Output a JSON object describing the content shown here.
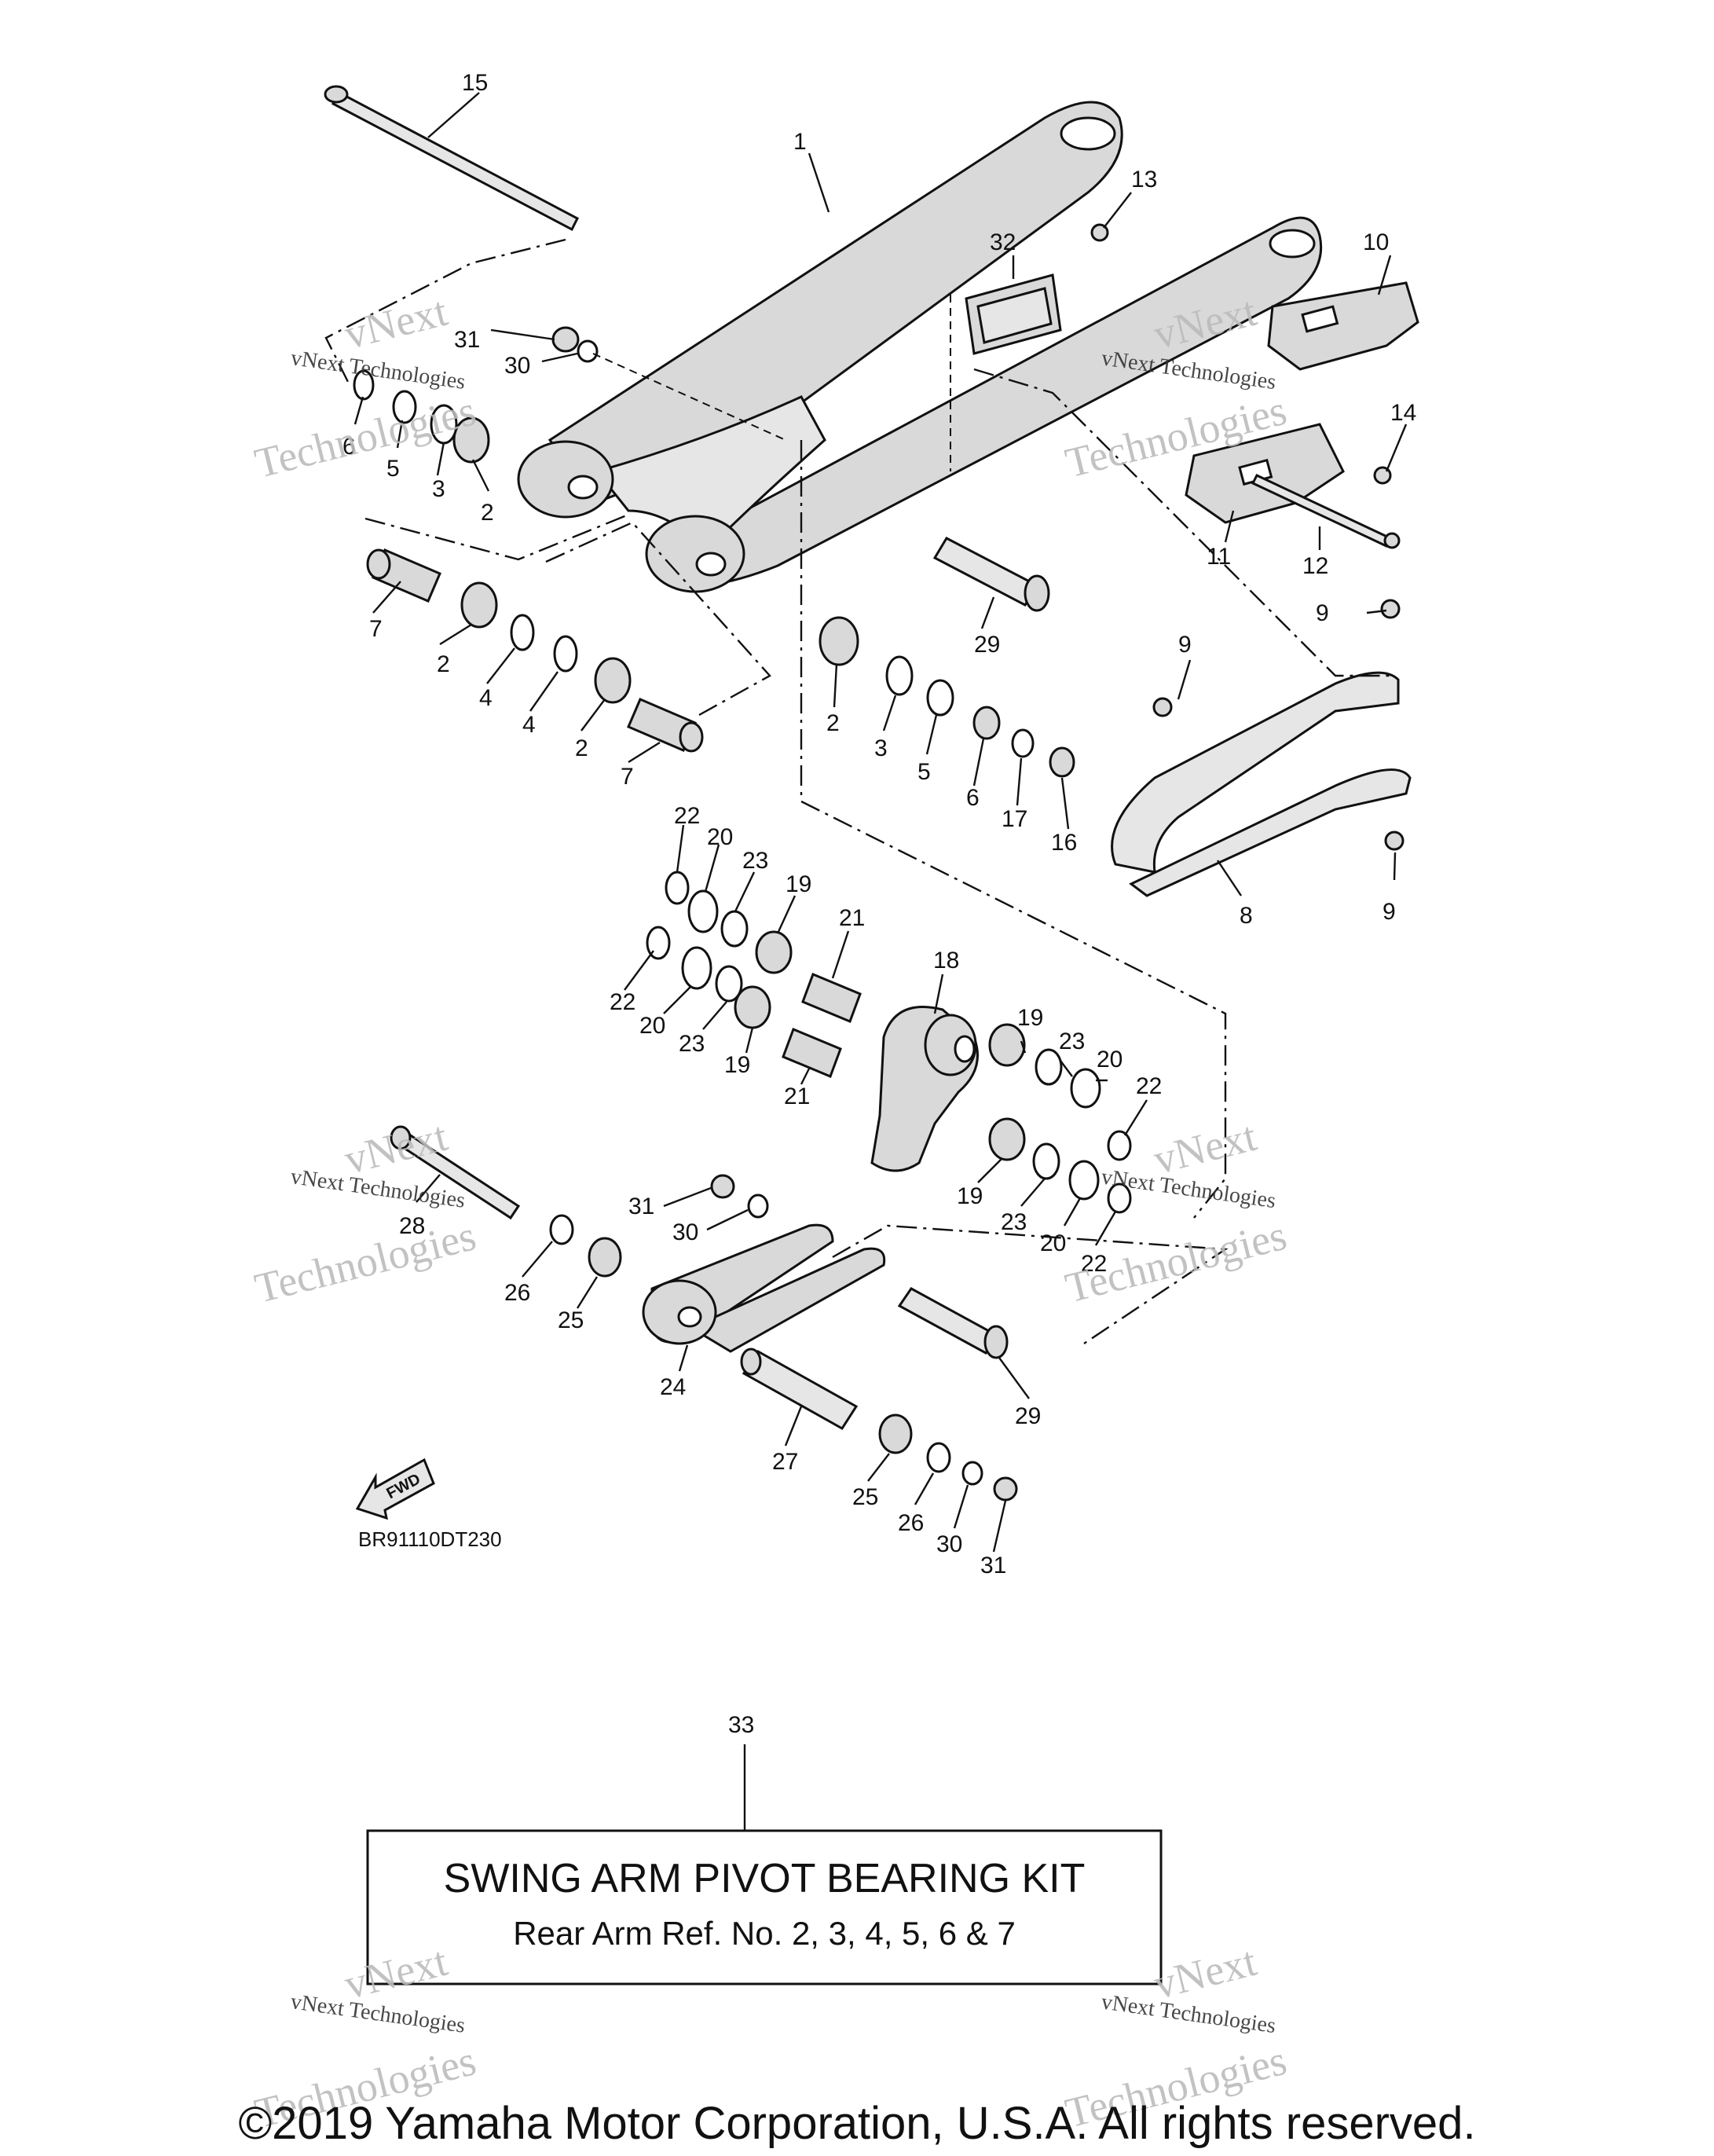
{
  "callouts": {
    "c1": "1",
    "c2a": "2",
    "c2b": "2",
    "c2c": "2",
    "c2d": "2",
    "c3a": "3",
    "c3b": "3",
    "c4a": "4",
    "c4b": "4",
    "c5a": "5",
    "c5b": "5",
    "c6a": "6",
    "c6b": "6",
    "c7a": "7",
    "c7b": "7",
    "c8": "8",
    "c9a": "9",
    "c9b": "9",
    "c9c": "9",
    "c10": "10",
    "c11": "11",
    "c12": "12",
    "c13": "13",
    "c14": "14",
    "c15": "15",
    "c16": "16",
    "c17": "17",
    "c18": "18",
    "c19a": "19",
    "c19b": "19",
    "c19c": "19",
    "c19d": "19",
    "c20a": "20",
    "c20b": "20",
    "c20c": "20",
    "c20d": "20",
    "c21a": "21",
    "c21b": "21",
    "c22a": "22",
    "c22b": "22",
    "c22c": "22",
    "c22d": "22",
    "c23a": "23",
    "c23b": "23",
    "c23c": "23",
    "c23d": "23",
    "c24": "24",
    "c25a": "25",
    "c25b": "25",
    "c26a": "26",
    "c26b": "26",
    "c27": "27",
    "c28": "28",
    "c29a": "29",
    "c29b": "29",
    "c30a": "30",
    "c30b": "30",
    "c30c": "30",
    "c31a": "31",
    "c31b": "31",
    "c31c": "31",
    "c32": "32",
    "c33": "33"
  },
  "fwd_label": "FWD",
  "diagram_code": "BR91110DT230",
  "kit": {
    "title": "SWING ARM PIVOT BEARING KIT",
    "subtitle": "Rear Arm Ref. No. 2, 3, 4, 5, 6 & 7"
  },
  "watermark": {
    "line1": "vNext",
    "line2": "Technologies"
  },
  "watermark_small": "vNext Technologies",
  "copyright": "©2019 Yamaha Motor Corporation, U.S.A. All rights reserved."
}
